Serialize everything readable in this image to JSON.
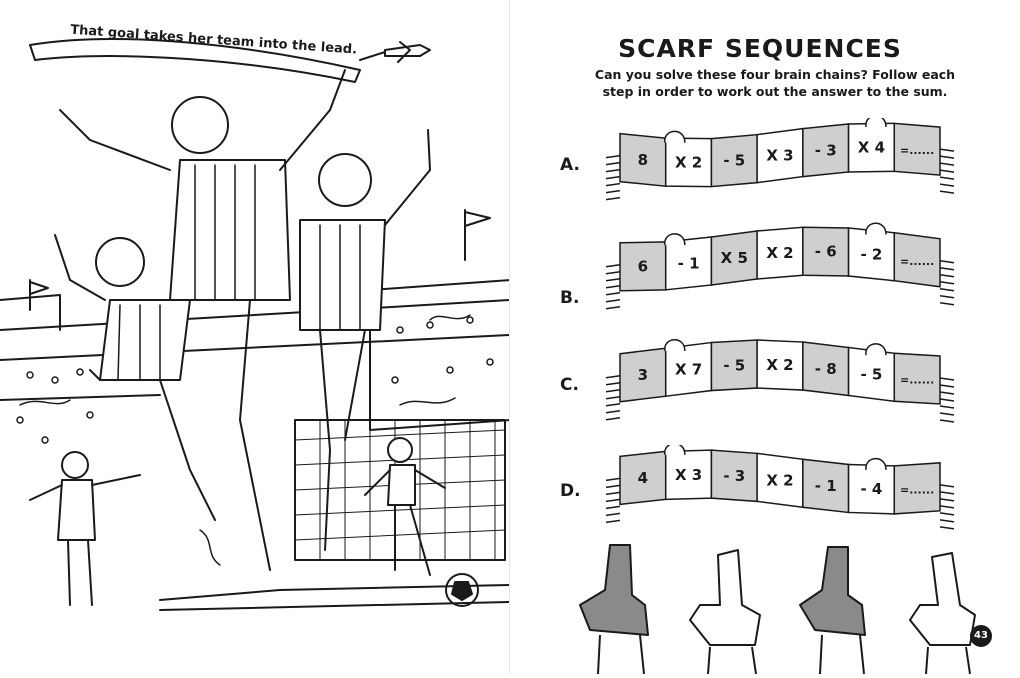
{
  "left": {
    "banner_text": "That goal takes her team into the lead."
  },
  "right": {
    "title": "SCARF SEQUENCES",
    "intro": "Can you solve these four brain chains? Follow each step in order to work out the answer to the sum.",
    "page_number": "43",
    "puzzles": [
      {
        "label": "A.",
        "cells": [
          "8",
          "X 2",
          "- 5",
          "X 3",
          "- 3",
          "X 4",
          "=......"
        ]
      },
      {
        "label": "B.",
        "cells": [
          "6",
          "- 1",
          "X 5",
          "X 2",
          "- 6",
          "- 2",
          "=......"
        ]
      },
      {
        "label": "C.",
        "cells": [
          "3",
          "X 7",
          "- 5",
          "X 2",
          "- 8",
          "- 5",
          "=......"
        ]
      },
      {
        "label": "D.",
        "cells": [
          "4",
          "X 3",
          "- 3",
          "X 2",
          "- 1",
          "- 4",
          "=......"
        ]
      }
    ],
    "colors": {
      "shaded": "#cfcfcf",
      "light": "#ffffff",
      "ink": "#1a1a1a",
      "dark_glove": "#8a8a8a"
    }
  }
}
